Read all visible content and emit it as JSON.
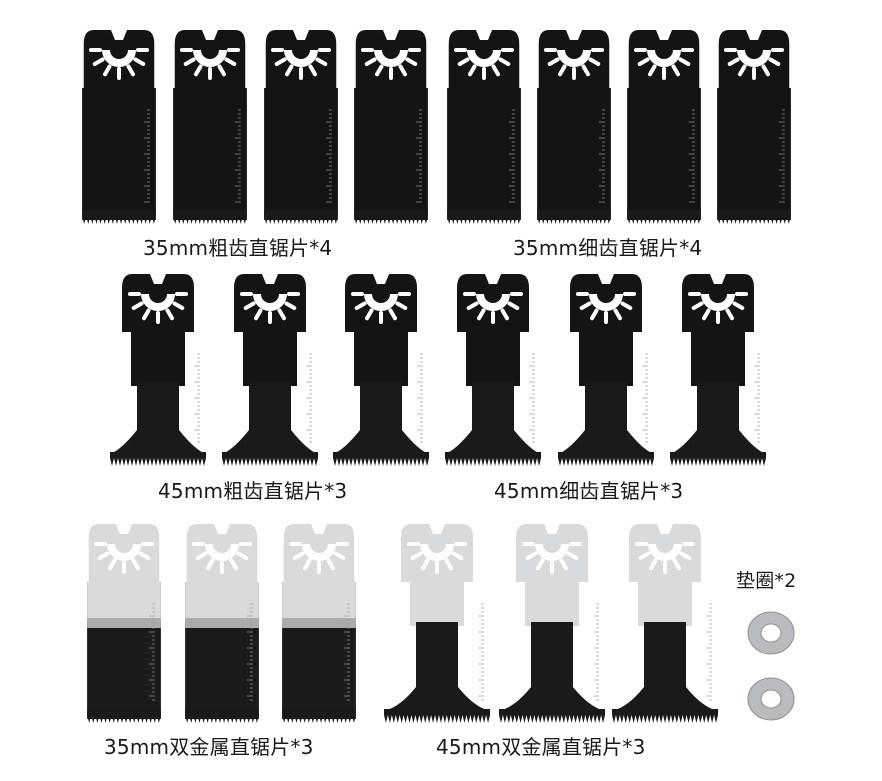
{
  "product": {
    "groups": [
      {
        "id": "g1",
        "caption": "35mm粗齿直锯片*4",
        "count": 4,
        "style": "narrow",
        "color": "black"
      },
      {
        "id": "g2",
        "caption": "35mm细齿直锯片*4",
        "count": 4,
        "style": "narrow",
        "color": "black"
      },
      {
        "id": "g3",
        "caption": "45mm粗齿直锯片*3",
        "count": 3,
        "style": "wide",
        "color": "black"
      },
      {
        "id": "g4",
        "caption": "45mm细齿直锯片*3",
        "count": 3,
        "style": "wide",
        "color": "black"
      },
      {
        "id": "g5",
        "caption": "35mm双金属直锯片*3",
        "count": 3,
        "style": "narrow",
        "color": "bimetal"
      },
      {
        "id": "g6",
        "caption": "45mm双金属直锯片*3",
        "count": 3,
        "style": "wide",
        "color": "bimetal"
      }
    ],
    "washer": {
      "caption": "垫圈*2",
      "count": 2
    }
  },
  "colors": {
    "blade_black": "#141414",
    "blade_edge": "#2c2c2c",
    "bimetal_silver": "#d9dadc",
    "bimetal_shade": "#a9abae",
    "washer_ring": "#b9bbbe",
    "caption_text": "#1a1a1a"
  }
}
